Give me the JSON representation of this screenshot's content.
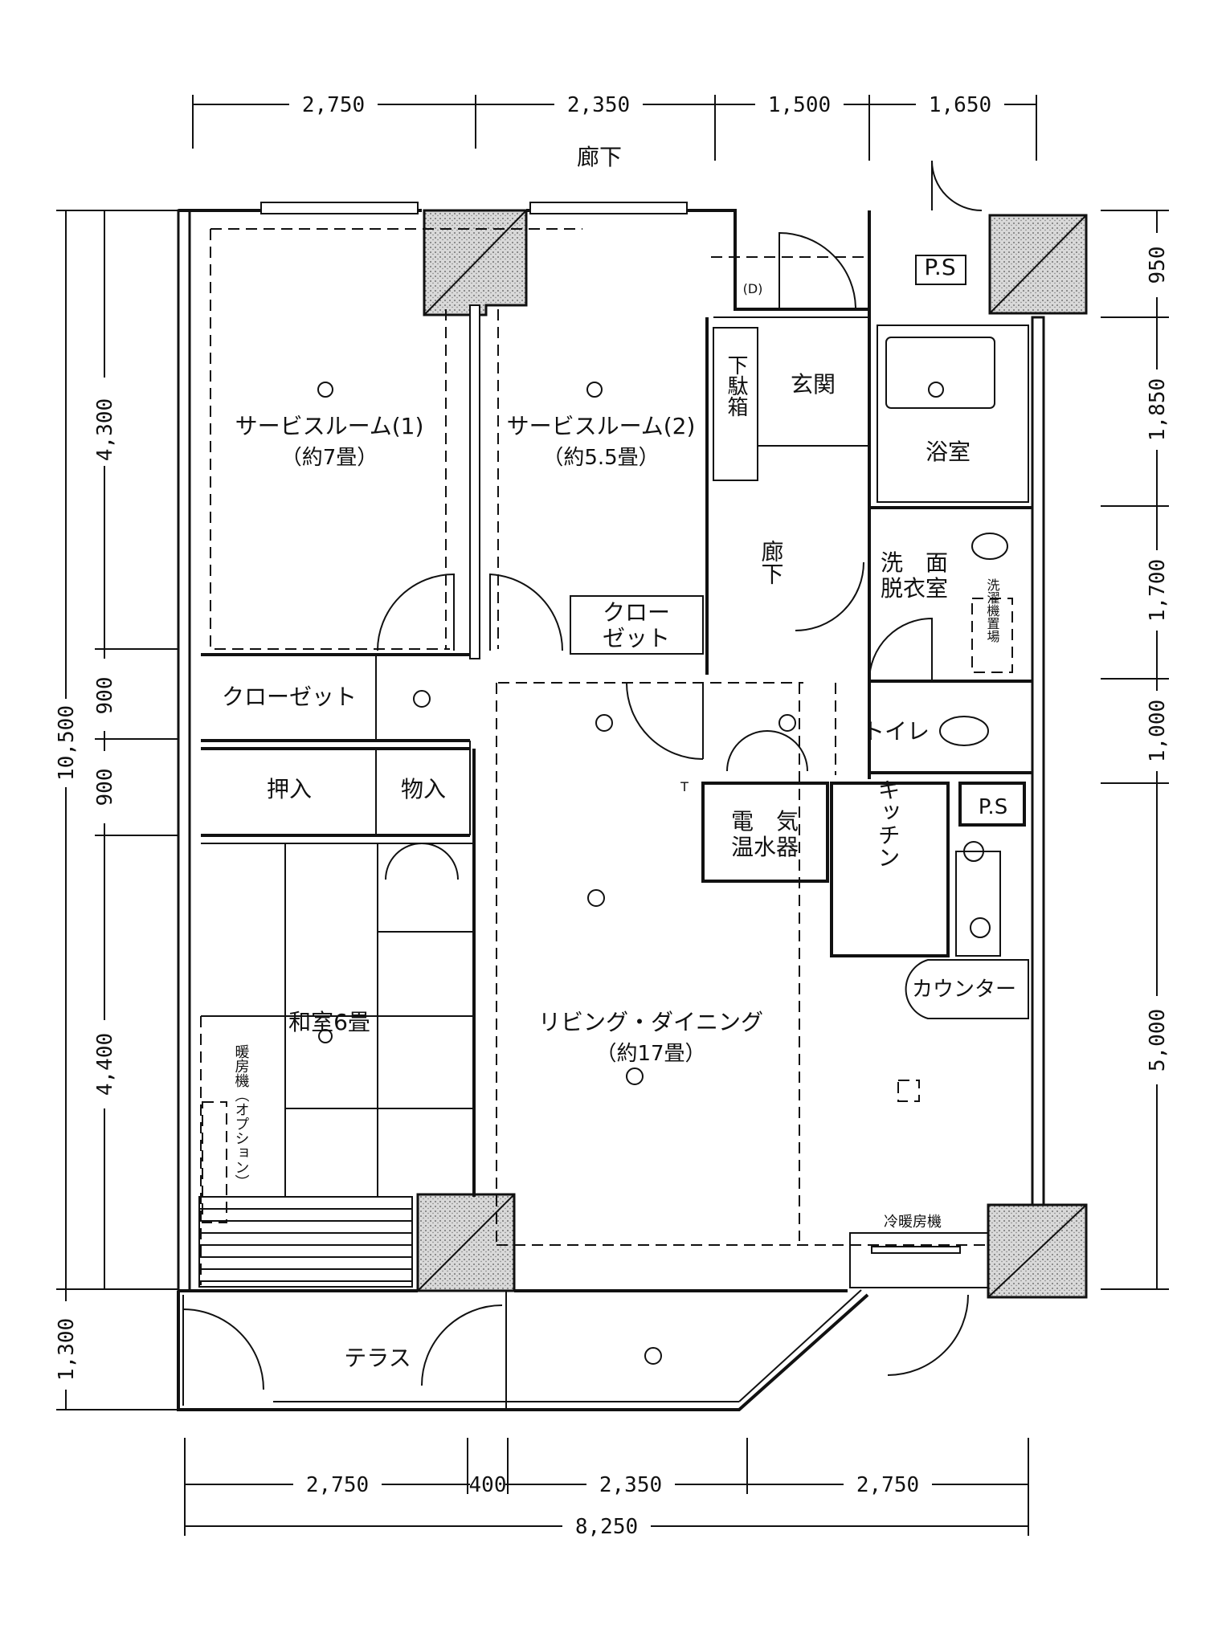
{
  "dimensions": {
    "top": [
      "2,750",
      "2,350",
      "1,500",
      "1,650"
    ],
    "bottom": [
      "2,750",
      "400",
      "2,350",
      "2,750"
    ],
    "bottom_total": "8,250",
    "left": [
      "4,300",
      "900",
      "900",
      "4,400",
      "1,300"
    ],
    "left_total": "10,500",
    "right": [
      "950",
      "1,850",
      "1,700",
      "1,000",
      "5,000"
    ]
  },
  "rooms": {
    "corridor_outside": "廊下",
    "service_room_1": "サービスルーム(1)",
    "service_room_1_size": "（約7畳）",
    "service_room_2": "サービスルーム(2)",
    "service_room_2_size": "（約5.5畳）",
    "shoe_box": "下駄箱",
    "entrance": "玄関",
    "ps_top": "P.S",
    "bath": "浴室",
    "washroom_line1": "洗　面",
    "washroom_line2": "脱衣室",
    "washer": "洗濯機置場",
    "hall": "廊下",
    "closet_sr2": "クロー\nゼット",
    "closet": "クローゼット",
    "toilet": "トイレ",
    "oshiire": "押入",
    "monoire": "物入",
    "water_heater_line1": "電　気",
    "water_heater_line2": "温水器",
    "ps_kitchen": "P.S",
    "kitchen": "キッチン",
    "counter": "カウンター",
    "washitsu": "和室6畳",
    "living": "リビング・ダイニング",
    "living_size": "（約17畳）",
    "heater": "暖房機（オプション）",
    "aircon": "冷暖房機",
    "terrace": "テラス",
    "door_mark": "(D)",
    "t_mark": "T"
  },
  "colors": {
    "ink": "#111111",
    "paper": "#ffffff"
  }
}
